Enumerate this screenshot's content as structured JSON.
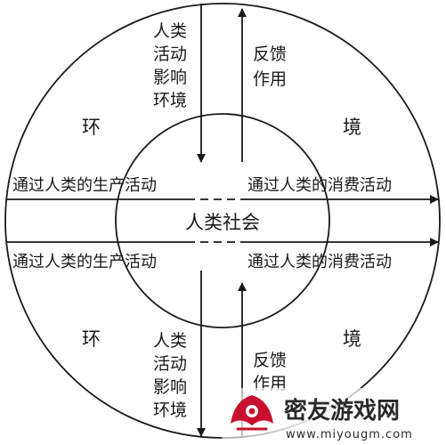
{
  "labels": {
    "center": "人类社会",
    "env_top_left": "环",
    "env_top_right": "境",
    "env_bottom_left": "环",
    "env_bottom_right": "境",
    "production_top": "通过人类的生产活动",
    "consumption_top": "通过人类的消费活动",
    "production_bottom": "通过人类的生产活动",
    "consumption_bottom": "通过人类的消费活动",
    "impact_top": [
      "人类",
      "活动",
      "影响",
      "环境"
    ],
    "feedback_top": [
      "反馈",
      "作用"
    ],
    "impact_bottom": [
      "人类",
      "活动",
      "影响",
      "环境"
    ],
    "feedback_bottom": [
      "反馈",
      "作用"
    ]
  },
  "watermark": {
    "brand": "密友游戏网",
    "url": "www.miyougm.com"
  },
  "colors": {
    "line": "#1a1a1a",
    "logo_red": "#c8102e",
    "watermark_text": "#2a2a2a"
  }
}
